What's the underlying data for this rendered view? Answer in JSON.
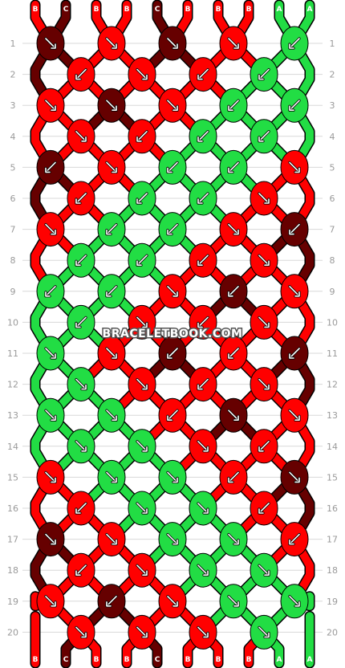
{
  "watermark": "BRACELETBOOK.COM",
  "colors": {
    "A": "#22dd44",
    "B": "#ff0000",
    "C": "#660000"
  },
  "top_labels": [
    "B",
    "C",
    "B",
    "B",
    "C",
    "B",
    "B",
    "B",
    "A",
    "A"
  ],
  "bottom_labels": [
    "B",
    "C",
    "B",
    "B",
    "C",
    "B",
    "B",
    "B",
    "A",
    "A"
  ],
  "rows": [
    {
      "num": "1",
      "knots": [
        {
          "c": "C",
          "d": "r"
        },
        {
          "c": "B",
          "d": "r"
        },
        {
          "c": "C",
          "d": "r"
        },
        {
          "c": "B",
          "d": "r"
        },
        {
          "c": "A",
          "d": "l"
        }
      ]
    },
    {
      "num": "2",
      "knots": [
        {
          "c": "B",
          "d": "l"
        },
        {
          "c": "B",
          "d": "r"
        },
        {
          "c": "B",
          "d": "l"
        },
        {
          "c": "A",
          "d": "l"
        }
      ]
    },
    {
      "num": "3",
      "knots": [
        {
          "c": "B",
          "d": "r"
        },
        {
          "c": "C",
          "d": "r"
        },
        {
          "c": "B",
          "d": "r"
        },
        {
          "c": "A",
          "d": "l"
        },
        {
          "c": "A",
          "d": "l"
        }
      ]
    },
    {
      "num": "4",
      "knots": [
        {
          "c": "B",
          "d": "r"
        },
        {
          "c": "B",
          "d": "l"
        },
        {
          "c": "A",
          "d": "l"
        },
        {
          "c": "A",
          "d": "l"
        }
      ]
    },
    {
      "num": "5",
      "knots": [
        {
          "c": "C",
          "d": "l"
        },
        {
          "c": "B",
          "d": "r"
        },
        {
          "c": "A",
          "d": "l"
        },
        {
          "c": "A",
          "d": "l"
        },
        {
          "c": "B",
          "d": "r"
        }
      ]
    },
    {
      "num": "6",
      "knots": [
        {
          "c": "B",
          "d": "l"
        },
        {
          "c": "A",
          "d": "l"
        },
        {
          "c": "A",
          "d": "l"
        },
        {
          "c": "B",
          "d": "r"
        }
      ]
    },
    {
      "num": "7",
      "knots": [
        {
          "c": "B",
          "d": "r"
        },
        {
          "c": "A",
          "d": "l"
        },
        {
          "c": "A",
          "d": "l"
        },
        {
          "c": "B",
          "d": "r"
        },
        {
          "c": "C",
          "d": "l"
        }
      ]
    },
    {
      "num": "8",
      "knots": [
        {
          "c": "A",
          "d": "l"
        },
        {
          "c": "A",
          "d": "l"
        },
        {
          "c": "B",
          "d": "l"
        },
        {
          "c": "B",
          "d": "r"
        }
      ]
    },
    {
      "num": "9",
      "knots": [
        {
          "c": "A",
          "d": "l"
        },
        {
          "c": "A",
          "d": "l"
        },
        {
          "c": "B",
          "d": "r"
        },
        {
          "c": "C",
          "d": "l"
        },
        {
          "c": "B",
          "d": "r"
        }
      ]
    },
    {
      "num": "10",
      "knots": [
        {
          "c": "A",
          "d": "l"
        },
        {
          "c": "B",
          "d": "r"
        },
        {
          "c": "B",
          "d": "l"
        },
        {
          "c": "B",
          "d": "r"
        }
      ]
    },
    {
      "num": "11",
      "knots": [
        {
          "c": "A",
          "d": "r"
        },
        {
          "c": "B",
          "d": "r"
        },
        {
          "c": "C",
          "d": "l"
        },
        {
          "c": "B",
          "d": "l"
        },
        {
          "c": "C",
          "d": "l"
        }
      ]
    },
    {
      "num": "12",
      "knots": [
        {
          "c": "A",
          "d": "r"
        },
        {
          "c": "B",
          "d": "r"
        },
        {
          "c": "B",
          "d": "l"
        },
        {
          "c": "B",
          "d": "r"
        }
      ]
    },
    {
      "num": "13",
      "knots": [
        {
          "c": "A",
          "d": "r"
        },
        {
          "c": "A",
          "d": "r"
        },
        {
          "c": "B",
          "d": "l"
        },
        {
          "c": "C",
          "d": "r"
        },
        {
          "c": "B",
          "d": "r"
        }
      ]
    },
    {
      "num": "14",
      "knots": [
        {
          "c": "A",
          "d": "r"
        },
        {
          "c": "A",
          "d": "r"
        },
        {
          "c": "B",
          "d": "r"
        },
        {
          "c": "B",
          "d": "l"
        }
      ]
    },
    {
      "num": "15",
      "knots": [
        {
          "c": "B",
          "d": "r"
        },
        {
          "c": "A",
          "d": "r"
        },
        {
          "c": "A",
          "d": "r"
        },
        {
          "c": "B",
          "d": "l"
        },
        {
          "c": "C",
          "d": "r"
        }
      ]
    },
    {
      "num": "16",
      "knots": [
        {
          "c": "B",
          "d": "l"
        },
        {
          "c": "A",
          "d": "r"
        },
        {
          "c": "A",
          "d": "r"
        },
        {
          "c": "B",
          "d": "l"
        }
      ]
    },
    {
      "num": "17",
      "knots": [
        {
          "c": "C",
          "d": "r"
        },
        {
          "c": "B",
          "d": "r"
        },
        {
          "c": "A",
          "d": "r"
        },
        {
          "c": "A",
          "d": "r"
        },
        {
          "c": "B",
          "d": "l"
        }
      ]
    },
    {
      "num": "18",
      "knots": [
        {
          "c": "B",
          "d": "l"
        },
        {
          "c": "B",
          "d": "r"
        },
        {
          "c": "A",
          "d": "r"
        },
        {
          "c": "A",
          "d": "r"
        }
      ]
    },
    {
      "num": "19",
      "knots": [
        {
          "c": "B",
          "d": "r"
        },
        {
          "c": "C",
          "d": "l"
        },
        {
          "c": "B",
          "d": "r"
        },
        {
          "c": "A",
          "d": "r"
        },
        {
          "c": "A",
          "d": "r"
        }
      ]
    },
    {
      "num": "20",
      "knots": [
        {
          "c": "B",
          "d": "r"
        },
        {
          "c": "B",
          "d": "r"
        },
        {
          "c": "B",
          "d": "r"
        },
        {
          "c": "A",
          "d": "r"
        }
      ]
    }
  ]
}
